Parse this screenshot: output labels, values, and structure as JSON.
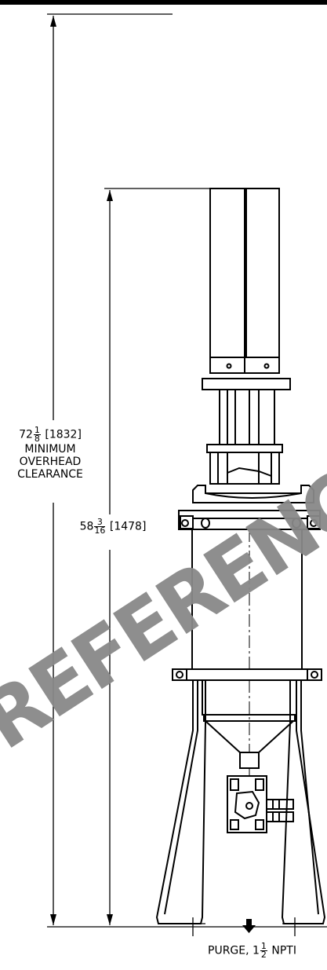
{
  "dimensions": {
    "overall": {
      "whole": "72",
      "frac_num": "1",
      "frac_den": "8",
      "metric": "[1832]",
      "line2": "MINIMUM",
      "line3": "OVERHEAD",
      "line4": "CLEARANCE"
    },
    "height": {
      "whole": "58",
      "frac_num": "3",
      "frac_den": "16",
      "metric": "[1478]"
    }
  },
  "outlet": {
    "label_prefix": "PURGE, 1",
    "frac_num": "1",
    "frac_den": "2",
    "label_suffix": " NPTI"
  },
  "watermark": "REFERENCE",
  "colors": {
    "line": "#000000",
    "watermark": "#888888",
    "background": "#ffffff"
  }
}
